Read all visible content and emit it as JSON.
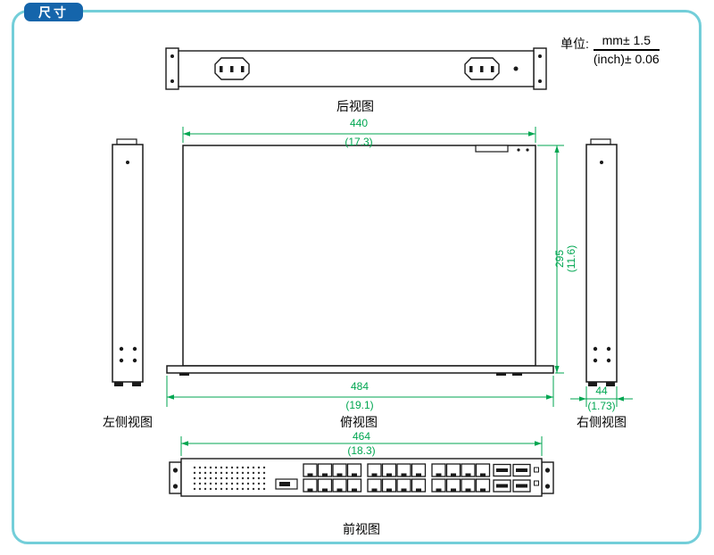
{
  "page": {
    "title": "尺寸",
    "border_color": "#73ced9",
    "tab_color": "#1565ab",
    "dimension_color": "#00a651"
  },
  "units": {
    "label": "单位:",
    "mm": "mm± 1.5",
    "inch": "(inch)± 0.06"
  },
  "views": {
    "rear": {
      "label": "后视图"
    },
    "left": {
      "label": "左侧视图"
    },
    "top": {
      "label": "俯视图"
    },
    "right": {
      "label": "右侧视图"
    },
    "front": {
      "label": "前视图"
    }
  },
  "dims": {
    "top_width": {
      "mm": "440",
      "inch": "(17.3)"
    },
    "depth": {
      "mm": "295",
      "inch": "(11.6)"
    },
    "base_width": {
      "mm": "484",
      "inch": "(19.1)"
    },
    "side_width": {
      "mm": "44",
      "inch": "(1.73)"
    },
    "front_width": {
      "mm": "464",
      "inch": "(18.3)"
    }
  }
}
